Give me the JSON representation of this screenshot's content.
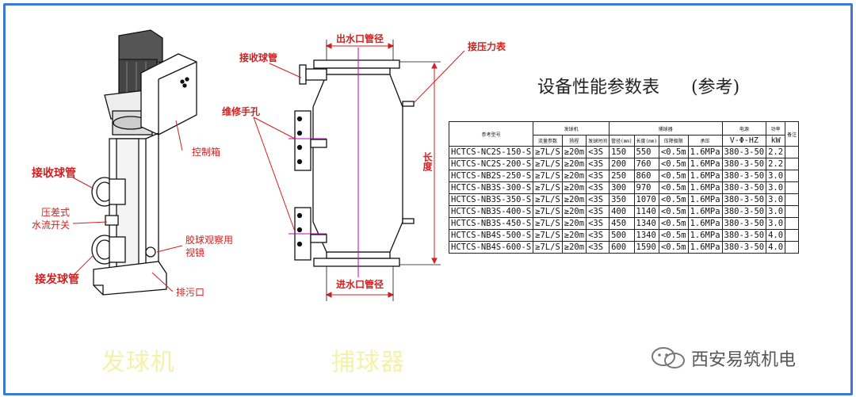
{
  "left_labels": {
    "receive_pipe": "接收球管",
    "diff_switch_line1": "压差式",
    "diff_switch_line2": "水流开关",
    "send_pipe": "接发球管",
    "control_box": "控制箱",
    "observe_line1": "胶球观察用",
    "observe_line2": "视镜",
    "drain": "排污口"
  },
  "middle_labels": {
    "outlet": "出水口管径",
    "receive_pipe": "接收球管",
    "pressure_gauge": "接压力表",
    "maintenance_hole": "维修手孔",
    "length": "长度",
    "inlet": "进水口管径"
  },
  "table_title": "设备性能参数表",
  "table_ref": "(参考)",
  "table": {
    "header_row1": [
      "参考型号",
      "发球机",
      "捕球器",
      "电源",
      "功率",
      "备注"
    ],
    "header_row2": [
      "流量参数",
      "扬程",
      "发球时间",
      "管径(mm)",
      "长度(mm)",
      "压降极限",
      "承压",
      "V-Φ-HZ",
      "kW"
    ],
    "rows": [
      [
        "HCTCS-NC2S-150-S",
        "≥7L/S",
        "≥20m",
        "<3S",
        "150",
        "550",
        "<0.5m",
        "1.6MPa",
        "380-3-50",
        "2.2"
      ],
      [
        "HCTCS-NC2S-200-S",
        "≥7L/S",
        "≥20m",
        "<3S",
        "200",
        "760",
        "<0.5m",
        "1.6MPa",
        "380-3-50",
        "2.2"
      ],
      [
        "HCTCS-NB2S-250-S",
        "≥7L/S",
        "≥20m",
        "<3S",
        "250",
        "860",
        "<0.5m",
        "1.6MPa",
        "380-3-50",
        "3.0"
      ],
      [
        "HCTCS-NB3S-300-S",
        "≥7L/S",
        "≥20m",
        "<3S",
        "300",
        "970",
        "<0.5m",
        "1.6MPa",
        "380-3-50",
        "3.0"
      ],
      [
        "HCTCS-NB3S-350-S",
        "≥7L/S",
        "≥20m",
        "<3S",
        "350",
        "1070",
        "<0.5m",
        "1.6MPa",
        "380-3-50",
        "3.0"
      ],
      [
        "HCTCS-NB3S-400-S",
        "≥7L/S",
        "≥20m",
        "<3S",
        "400",
        "1140",
        "<0.5m",
        "1.6MPa",
        "380-3-50",
        "3.0"
      ],
      [
        "HCTCS-NB3S-450-S",
        "≥7L/S",
        "≥20m",
        "<3S",
        "450",
        "1340",
        "<0.5m",
        "1.6MPa",
        "380-3-50",
        "3.0"
      ],
      [
        "HCTCS-NB4S-500-S",
        "≥7L/S",
        "≥20m",
        "<3S",
        "500",
        "1340",
        "<0.5m",
        "1.6MPa",
        "380-3-50",
        "4.0"
      ],
      [
        "HCTCS-NB4S-600-S",
        "≥7L/S",
        "≥20m",
        "<3S",
        "600",
        "1590",
        "<0.5m",
        "1.6MPa",
        "380-3-50",
        "4.0"
      ]
    ]
  },
  "caption_left": "发球机",
  "caption_middle": "捕球器",
  "brand": "西安易筑机电",
  "colors": {
    "frame": "#3c78d8",
    "label_red": "#d21f1f",
    "caption": "#f4f1a9",
    "center_line": "#c000c0"
  }
}
